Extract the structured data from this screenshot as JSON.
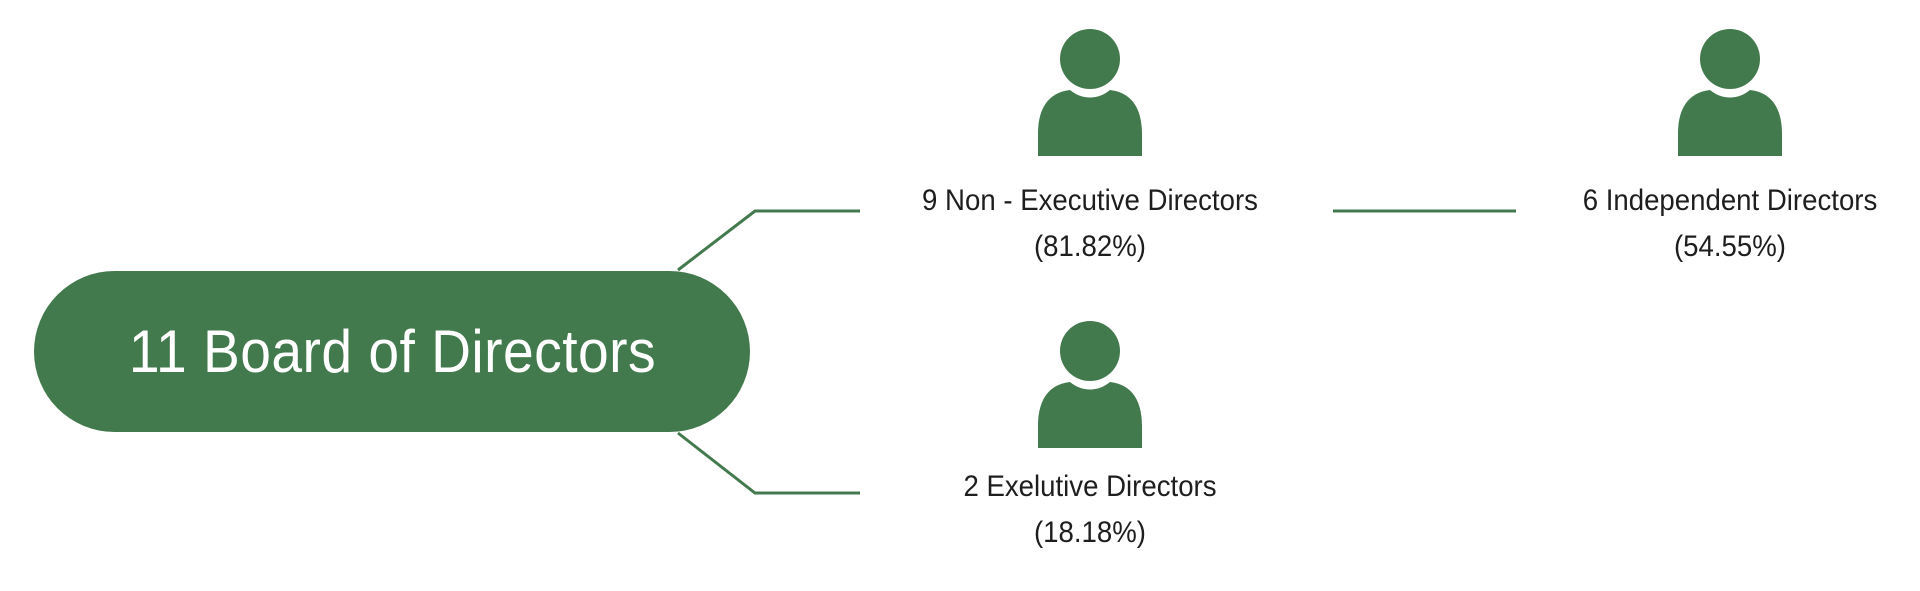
{
  "root": {
    "label": "11 Board of Directors"
  },
  "nodes": {
    "non_executive": {
      "title": "9 Non - Executive Directors",
      "percent": "(81.82%)",
      "icon": "person-icon"
    },
    "independent": {
      "title": "6 Independent Directors",
      "percent": "(54.55%)",
      "icon": "person-icon"
    },
    "executive": {
      "title": "2 Exelutive Directors",
      "percent": "(18.18%)",
      "icon": "person-icon"
    }
  },
  "colors": {
    "accent": "#437a4d",
    "text": "#1e1e1e",
    "root_text": "#ffffff"
  }
}
